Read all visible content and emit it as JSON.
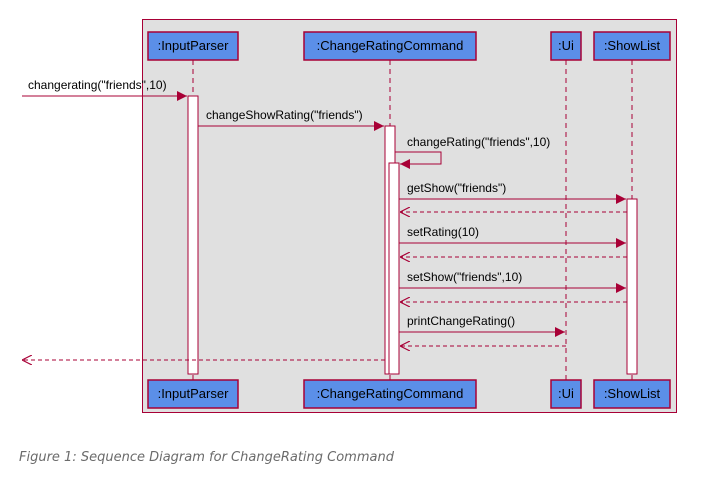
{
  "diagram": {
    "participants": [
      {
        "id": "inputparser",
        "label": ":InputParser"
      },
      {
        "id": "changeratingcommand",
        "label": ":ChangeRatingCommand"
      },
      {
        "id": "ui",
        "label": ":Ui"
      },
      {
        "id": "showlist",
        "label": ":ShowList"
      }
    ],
    "messages": [
      {
        "label": "changerating(\"friends\",10)",
        "from": "external",
        "to": "inputparser",
        "kind": "call"
      },
      {
        "label": "changeShowRating(\"friends\")",
        "from": "inputparser",
        "to": "changeratingcommand",
        "kind": "call"
      },
      {
        "label": "changeRating(\"friends\",10)",
        "from": "changeratingcommand",
        "to": "changeratingcommand",
        "kind": "self"
      },
      {
        "label": "getShow(\"friends\")",
        "from": "changeratingcommand",
        "to": "showlist",
        "kind": "call"
      },
      {
        "label": "",
        "from": "showlist",
        "to": "changeratingcommand",
        "kind": "return"
      },
      {
        "label": "setRating(10)",
        "from": "changeratingcommand",
        "to": "showlist",
        "kind": "call"
      },
      {
        "label": "",
        "from": "showlist",
        "to": "changeratingcommand",
        "kind": "return"
      },
      {
        "label": "setShow(\"friends\",10)",
        "from": "changeratingcommand",
        "to": "showlist",
        "kind": "call"
      },
      {
        "label": "",
        "from": "showlist",
        "to": "changeratingcommand",
        "kind": "return"
      },
      {
        "label": "printChangeRating()",
        "from": "changeratingcommand",
        "to": "ui",
        "kind": "call"
      },
      {
        "label": "",
        "from": "ui",
        "to": "changeratingcommand",
        "kind": "return"
      },
      {
        "label": "",
        "from": "changeratingcommand",
        "to": "external",
        "kind": "return"
      }
    ],
    "colors": {
      "frame_border": "#a80036",
      "frame_fill": "#e0e0e0",
      "participant_fill": "#5b8fe8",
      "participant_border": "#a80036",
      "arrow": "#a80036",
      "activation_fill": "#ffffff"
    }
  },
  "caption": "Figure 1: Sequence Diagram for ChangeRating Command"
}
